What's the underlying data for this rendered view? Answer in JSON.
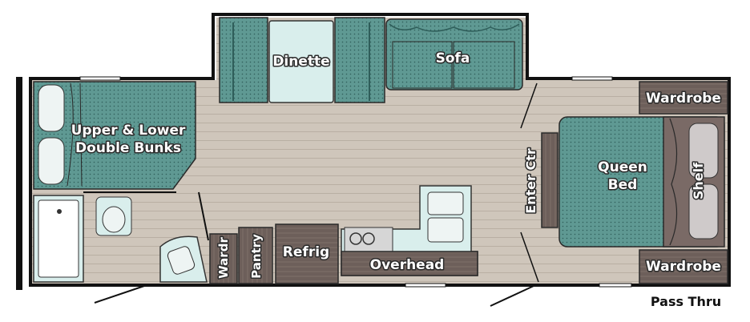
{
  "floorplan": {
    "labels": {
      "dinette": "Dinette",
      "sofa": "Sofa",
      "bunks_line1": "Upper & Lower",
      "bunks_line2": "Double Bunks",
      "wardrobe_top": "Wardrobe",
      "wardrobe_bottom": "Wardrobe",
      "queen_bed_line1": "Queen",
      "queen_bed_line2": "Bed",
      "shelf": "Shelf",
      "enter_ctr": "Enter Ctr",
      "refrig": "Refrig",
      "overhead": "Overhead",
      "pantry": "Pantry",
      "wardr": "Wardr",
      "pass_thru": "Pass Thru"
    },
    "colors": {
      "floor": "#cfc6bb",
      "upholstery": "#5f9993",
      "cabinet": "#6d5f5a",
      "fixture": "#d9eeec",
      "wall": "#111111"
    }
  }
}
